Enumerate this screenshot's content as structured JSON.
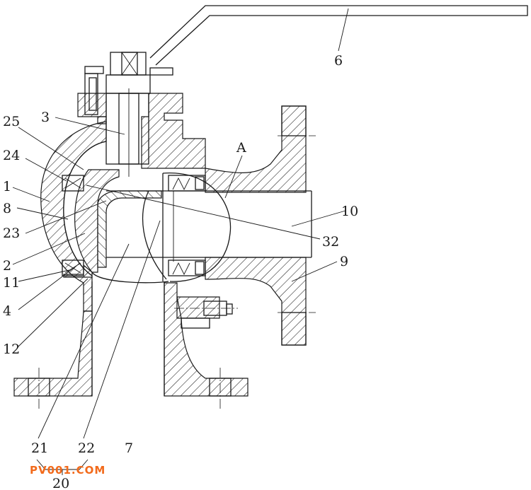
{
  "diagram": {
    "labels": [
      {
        "id": "6",
        "text": "6"
      },
      {
        "id": "3",
        "text": "3"
      },
      {
        "id": "25",
        "text": "25"
      },
      {
        "id": "A",
        "text": "A"
      },
      {
        "id": "24",
        "text": "24"
      },
      {
        "id": "1",
        "text": "1"
      },
      {
        "id": "8",
        "text": "8"
      },
      {
        "id": "10",
        "text": "10"
      },
      {
        "id": "23",
        "text": "23"
      },
      {
        "id": "32",
        "text": "32"
      },
      {
        "id": "2",
        "text": "2"
      },
      {
        "id": "9",
        "text": "9"
      },
      {
        "id": "11",
        "text": "11"
      },
      {
        "id": "4",
        "text": "4"
      },
      {
        "id": "12",
        "text": "12"
      },
      {
        "id": "21",
        "text": "21"
      },
      {
        "id": "22",
        "text": "22"
      },
      {
        "id": "7",
        "text": "7"
      },
      {
        "id": "20",
        "text": "20"
      }
    ],
    "watermark": "PV001.COM",
    "colors": {
      "ink": "#1a1a1a",
      "watermark": "#f26a1b"
    }
  }
}
